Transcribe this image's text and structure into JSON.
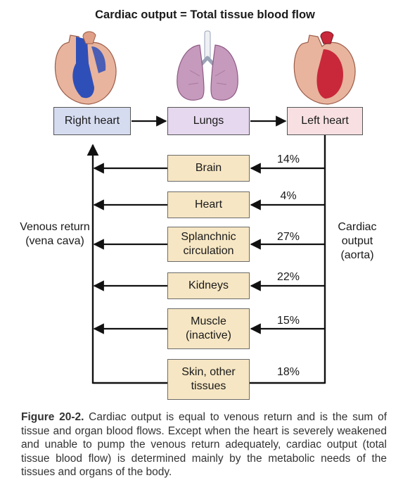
{
  "title": "Cardiac output = Total tissue blood flow",
  "top_boxes": {
    "right_heart": "Right heart",
    "lungs": "Lungs",
    "left_heart": "Left heart"
  },
  "organs": [
    {
      "label": "Brain",
      "percent": "14%"
    },
    {
      "label": "Heart",
      "percent": "4%"
    },
    {
      "label": "Splanchnic circulation",
      "percent": "27%"
    },
    {
      "label": "Kidneys",
      "percent": "22%"
    },
    {
      "label": "Muscle (inactive)",
      "percent": "15%"
    },
    {
      "label": "Skin, other tissues",
      "percent": "18%"
    }
  ],
  "left_label": "Venous return (vena cava)",
  "right_label": "Cardiac output (aorta)",
  "caption": {
    "figure_label": "Figure 20-2.",
    "text": "Cardiac output is equal to venous return and is the sum of tissue and organ blood flows. Except when the heart is severely weakened and unable to pump the venous return adequately, cardiac output (total tissue blood flow) is determined mainly by the metabolic needs of the tissues and organs of the body."
  },
  "colors": {
    "right_heart_box": "#d6dcf0",
    "lungs_box": "#e6d8ee",
    "left_heart_box": "#f8e0e2",
    "organ_box": "#f6e6c3",
    "heart_tissue": "#e8b49e",
    "deoxygenated_blood": "#2f4fb8",
    "oxygenated_blood": "#c8283a",
    "lung_tissue": "#c69abd"
  }
}
